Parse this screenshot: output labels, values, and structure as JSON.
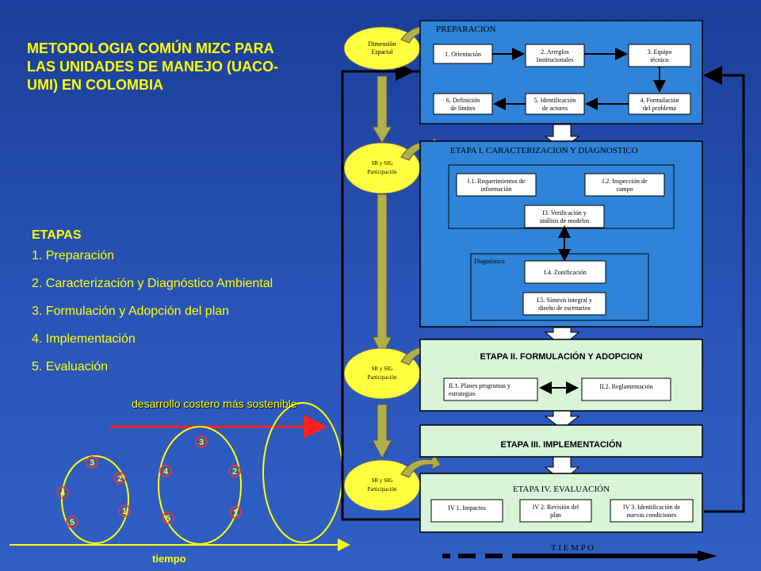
{
  "title": "METODOLOGIA COMÚN MIZC PARA LAS UNIDADES DE MANEJO (UACO-UMI) EN COLOMBIA",
  "stages": {
    "heading": "ETAPAS",
    "items": [
      "1. Preparación",
      "2. Caracterización y Diagnóstico Ambiental",
      "3. Formulación y Adopción del plan",
      "4. Implementación",
      "5. Evaluación"
    ]
  },
  "spiral": {
    "sustain_label": "desarrollo costero más sostenible",
    "time_label": "tiempo",
    "loop1": [
      "1",
      "2",
      "3",
      "4",
      "5"
    ],
    "loop2": [
      "1",
      "2",
      "3",
      "4",
      "5"
    ]
  },
  "side_ovals": {
    "dimension": [
      "Dimensión",
      "Espacial"
    ],
    "sig1": [
      "SR y SIG",
      "Participación"
    ],
    "sig2": [
      "SR y SIG",
      "Participación"
    ],
    "sig3": [
      "SR y SIG",
      "Participación"
    ]
  },
  "prep": {
    "title": "PREPARACION",
    "b1": [
      "1. Orientación"
    ],
    "b2": [
      "2. Arreglos",
      "Institucionales"
    ],
    "b3": [
      "3. Equipo",
      "técnico"
    ],
    "b4": [
      "4. Formulación",
      "del problema"
    ],
    "b5": [
      "5. Identificación",
      "de actores"
    ],
    "b6": [
      "6. Definición",
      "de límites"
    ]
  },
  "stage1": {
    "title": "ETAPA I.  CARACTERIZACION Y DIAGNOSTICO",
    "i1": [
      "I.1. Requerimientos de",
      "información"
    ],
    "i2": [
      "I.2. Inspección de",
      "campo"
    ],
    "i3": [
      "I3. Verificación y",
      "análisis de modelos"
    ],
    "diag": "Diagnóstico",
    "i4": [
      "I.4.  Zonificación"
    ],
    "i5": [
      "I.5. Síntesis integral y",
      "diseño de escenarios"
    ]
  },
  "stage2": {
    "title": "ETAPA II.  FORMULACIÓN Y ADOPCION",
    "ii1": [
      "II.1. Planes programas y",
      "estrategias"
    ],
    "ii2": [
      "II.2. Reglamentación"
    ]
  },
  "stage3": {
    "title": "ETAPA III.  IMPLEMENTACIÓN"
  },
  "stage4": {
    "title": "ETAPA IV.  EVALUACIÓN",
    "iv1": [
      "IV 1. Impactos"
    ],
    "iv2": [
      "IV 2. Revisión del",
      "plan"
    ],
    "iv3": [
      "IV 3. Identificación de",
      "nuevas condiciones"
    ]
  },
  "tiempo_axis": "T I E M P O",
  "colors": {
    "bg": "#2248a8",
    "yellow": "#ffff00",
    "blue_panel": "#2f83d8",
    "green_panel": "#d8f5d8",
    "olive": "#a8a838",
    "red": "#ff2020"
  }
}
